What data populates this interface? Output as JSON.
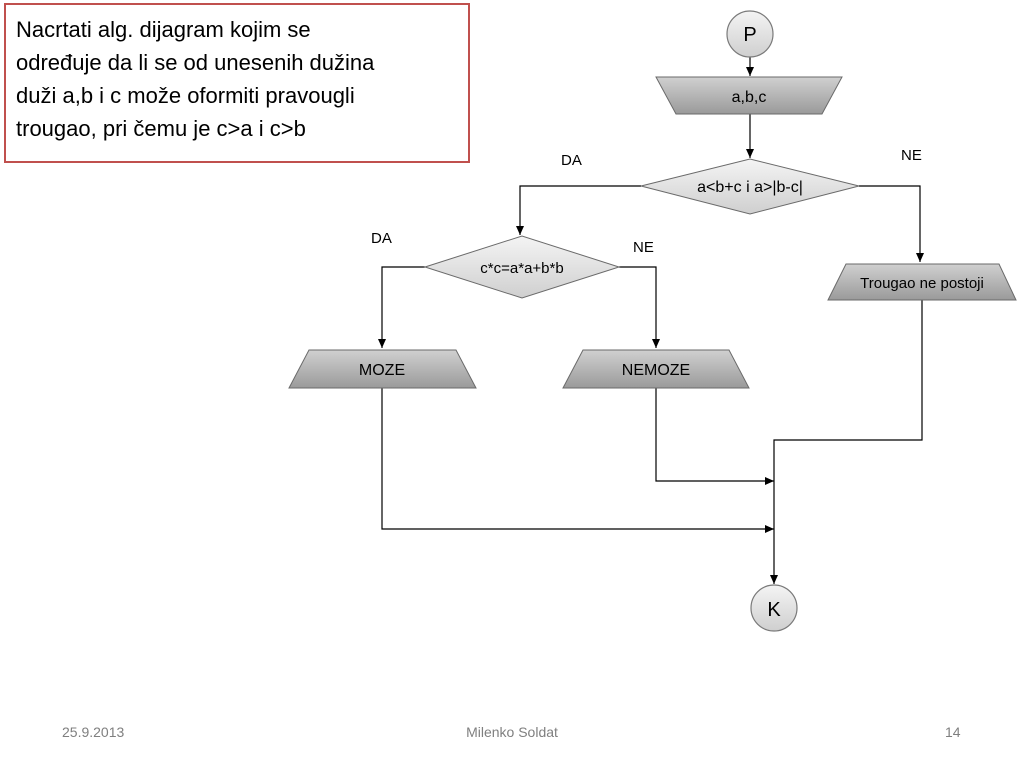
{
  "task": {
    "lines": [
      "Nacrtati alg. dijagram kojim se",
      "određuje da li se od unesenih dužina",
      "duži a,b i c može oformiti pravougli",
      "trougao, pri čemu je c>a i c>b"
    ]
  },
  "flowchart": {
    "start": "P",
    "input": "a,b,c",
    "condition1": "a<b+c i a>|b-c|",
    "condition1_yes": "DA",
    "condition1_no": "NE",
    "condition2": "c*c=a*a+b*b",
    "condition2_yes": "DA",
    "condition2_no": "NE",
    "output_yes": "MOZE",
    "output_no": "NEMOZE",
    "output_none": "Trougao ne postoji",
    "end": "K"
  },
  "footer": {
    "date": "25.9.2013",
    "author": "Milenko Soldat",
    "page": "14"
  },
  "colors": {
    "border_red": "#c0504d",
    "shape_fill_light": "#e8e8e8",
    "shape_fill_dark": "#a6a6a6"
  }
}
